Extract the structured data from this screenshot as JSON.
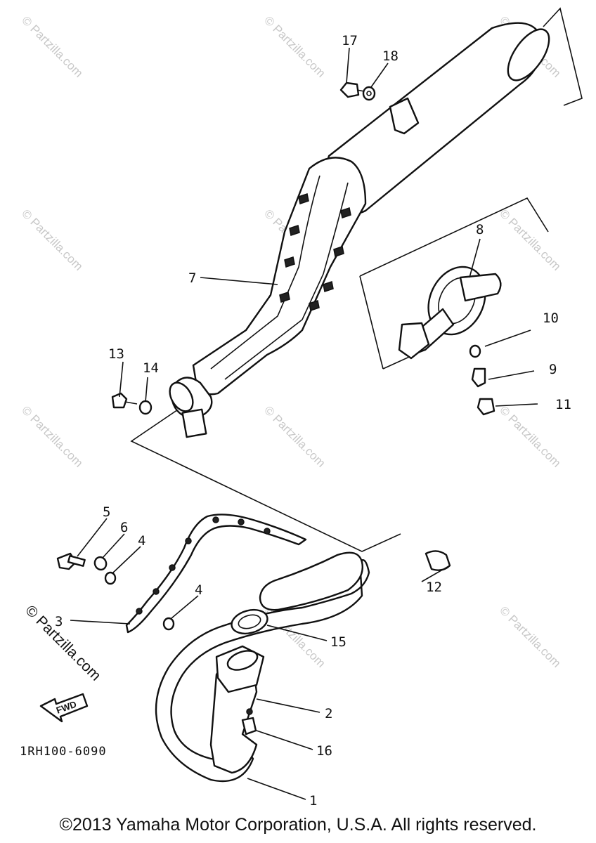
{
  "watermark": "© Partzilla.com",
  "drawing_code": "1RH100-6090",
  "fwd_label": "FWD",
  "copyright": "©2013 Yamaha Motor Corporation, U.S.A. All rights reserved.",
  "callouts": {
    "c1": "1",
    "c2": "2",
    "c3": "3",
    "c4a": "4",
    "c4b": "4",
    "c5": "5",
    "c6": "6",
    "c7": "7",
    "c8": "8",
    "c9": "9",
    "c10": "10",
    "c11": "11",
    "c12": "12",
    "c13": "13",
    "c14": "14",
    "c15": "15",
    "c16": "16",
    "c17": "17",
    "c18": "18"
  }
}
